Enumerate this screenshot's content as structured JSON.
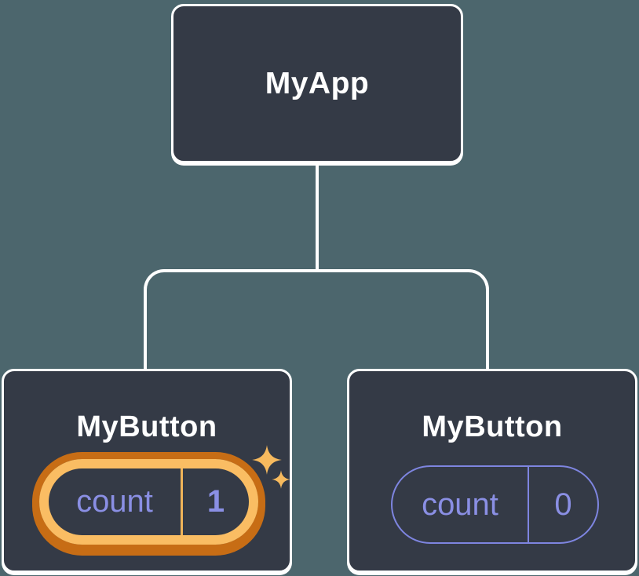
{
  "diagram": {
    "type": "component-tree",
    "colors": {
      "background": "#4c666d",
      "node_fill": "#343a46",
      "node_border": "#ffffff",
      "connector": "#ffffff",
      "title_text": "#ffffff",
      "state_text": "#8a8fe4",
      "state_border": "#7e85e0",
      "highlight_outer": "#c76d15",
      "highlight_inner": "#fabd63",
      "divider_gold": "#f0b459",
      "sparkle": "#f7ba5e"
    },
    "root": {
      "label": "MyApp"
    },
    "children": [
      {
        "label": "MyButton",
        "state": {
          "name": "count",
          "value": "1"
        },
        "highlighted": true,
        "icons": [
          "sparkle-icon",
          "sparkle-icon"
        ]
      },
      {
        "label": "MyButton",
        "state": {
          "name": "count",
          "value": "0"
        },
        "highlighted": false
      }
    ]
  }
}
